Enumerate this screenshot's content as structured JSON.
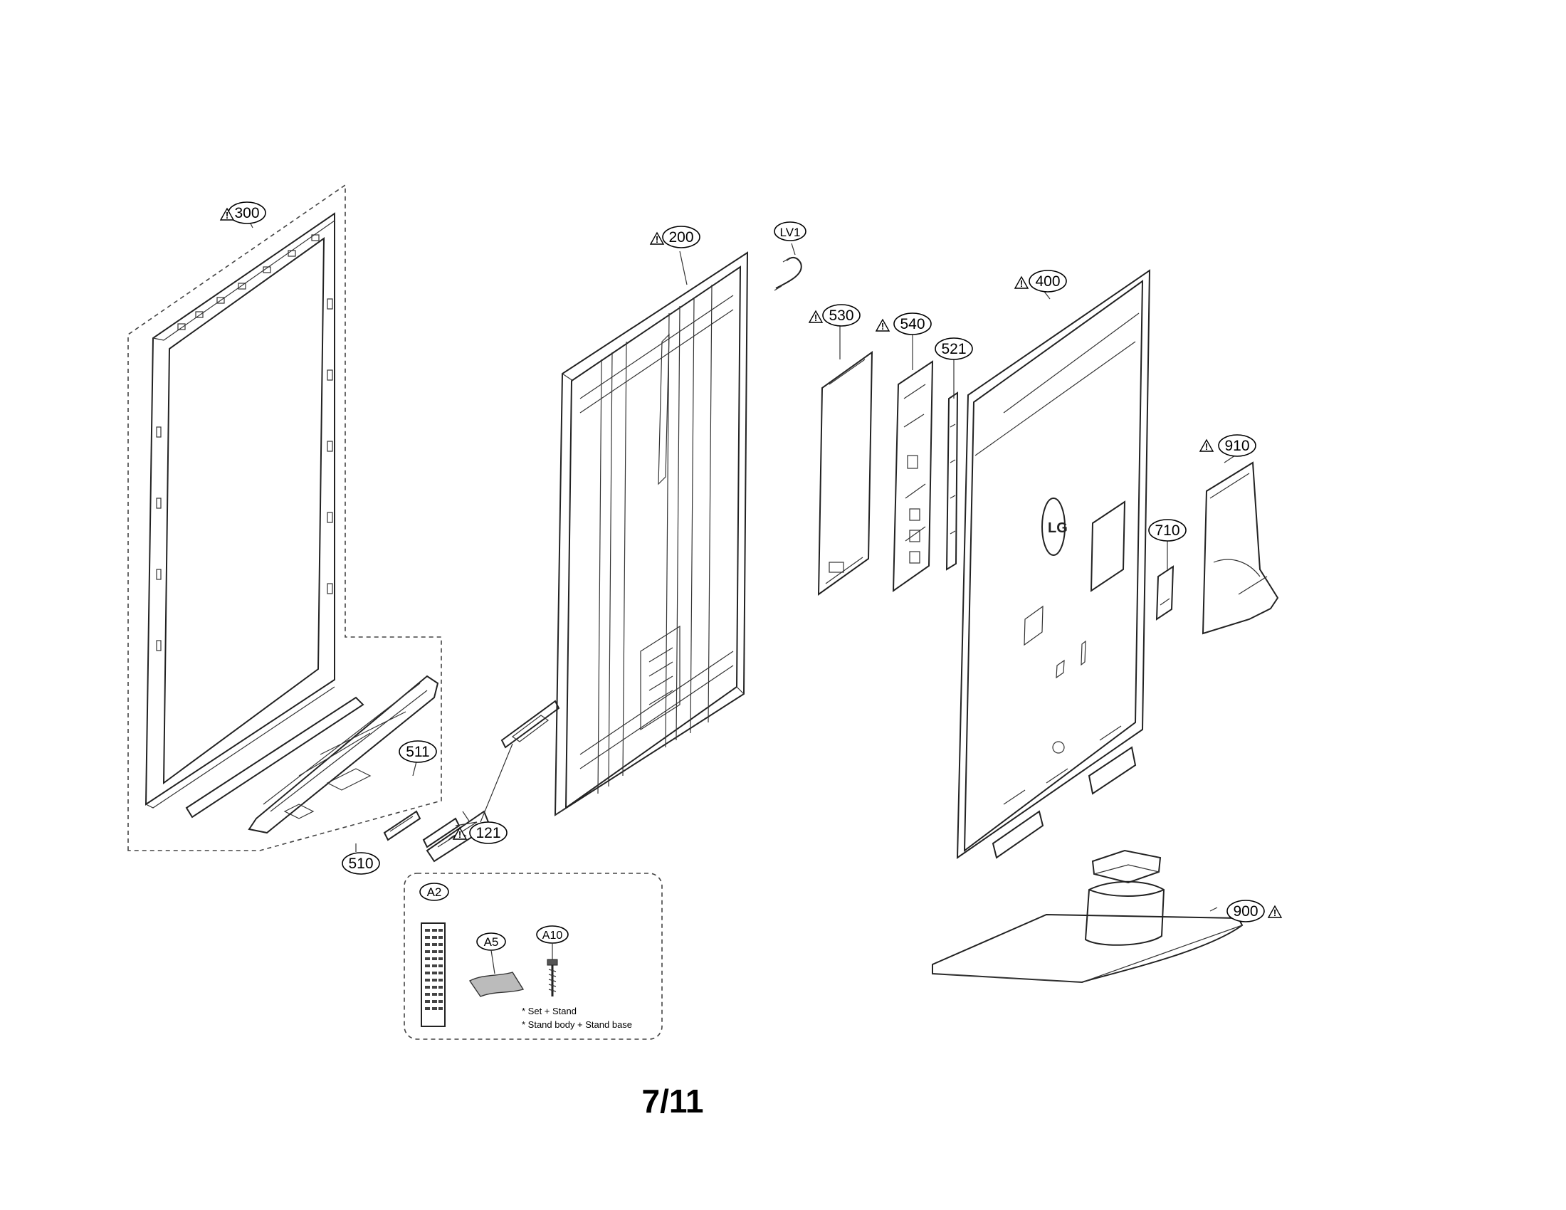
{
  "page_number": "7/11",
  "callouts": {
    "c300": "300",
    "c200": "200",
    "lv1": "LV1",
    "c400": "400",
    "c530": "530",
    "c540": "540",
    "c521": "521",
    "c910": "910",
    "c710": "710",
    "c511": "511",
    "c121": "121",
    "c510": "510",
    "c900": "900",
    "a2": "A2",
    "a5": "A5",
    "a10": "A10"
  },
  "accessory_notes": [
    "* Set + Stand",
    "* Stand body + Stand base"
  ],
  "logo_text": "LG",
  "warning_glyph": "!"
}
